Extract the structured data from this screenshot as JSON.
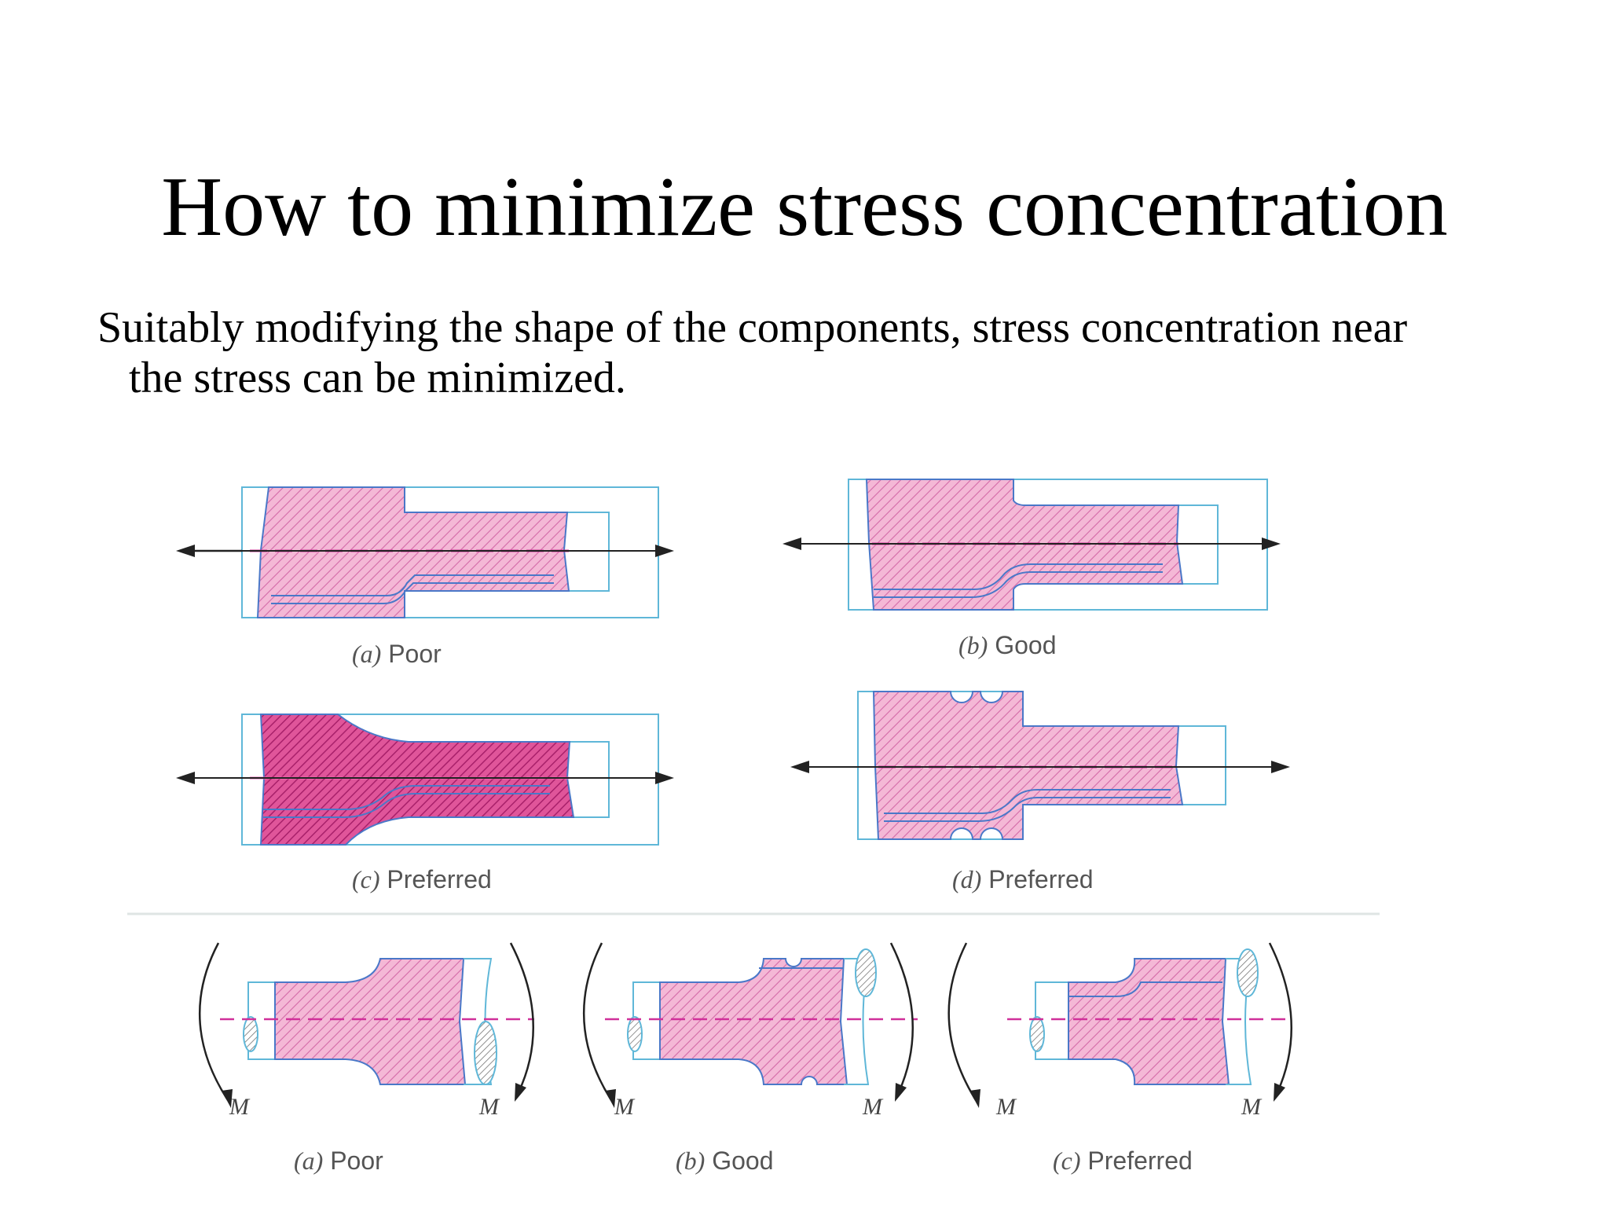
{
  "slide": {
    "title": "How to minimize stress concentration",
    "body_line1": "Suitably modifying the shape of the components, stress concentration near",
    "body_line2": "the stress can be minimized."
  },
  "axial_figures": [
    {
      "letter": "(a)",
      "label": "Poor"
    },
    {
      "letter": "(b)",
      "label": "Good"
    },
    {
      "letter": "(c)",
      "label": "Preferred"
    },
    {
      "letter": "(d)",
      "label": "Preferred"
    }
  ],
  "bending_figures": [
    {
      "letter": "(a)",
      "label": "Poor",
      "moment_left": "M",
      "moment_right": "M"
    },
    {
      "letter": "(b)",
      "label": "Good",
      "moment_left": "M",
      "moment_right": "M"
    },
    {
      "letter": "(c)",
      "label": "Preferred",
      "moment_left": "M",
      "moment_right": "M"
    }
  ],
  "colors": {
    "outline": "#5fb7d8",
    "flow_line": "#4a78c8",
    "fill": "#f4b8d6",
    "fill_dark": "#d9408a",
    "hatch": "#d46aa8",
    "center_line": "#d0309a",
    "arrow": "#222222",
    "divider": "#dfe5e4"
  }
}
